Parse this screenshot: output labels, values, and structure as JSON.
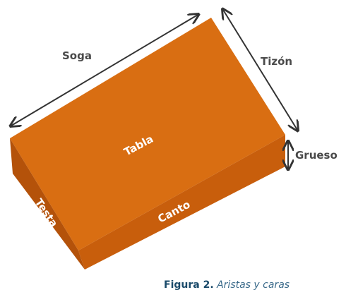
{
  "labels": {
    "soga": "Soga",
    "tizon": "Tizón",
    "grueso": "Grueso",
    "tabla": "Tabla",
    "canto": "Canto",
    "testa": "Testa"
  },
  "caption": {
    "prefix": "Figura 2.",
    "text": " Aristas y caras"
  },
  "colors": {
    "top_face": "#d96e12",
    "front_face": "#c85e0c",
    "side_face": "#b4520a",
    "arrow": "#333333",
    "dim_text": "#4a4a4a",
    "face_text": "#ffffff",
    "caption_bold": "#1a4a6a",
    "caption_italic": "#3a6a8a"
  }
}
